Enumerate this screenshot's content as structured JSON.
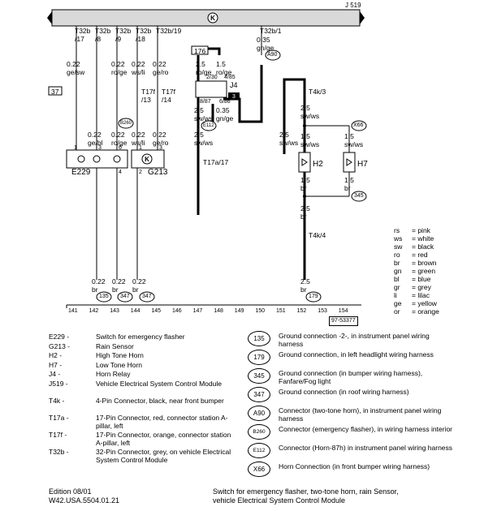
{
  "header": {
    "title": "J 519",
    "connector_bar_labels": [
      {
        "id": "t17",
        "text": "T32b\n/17"
      },
      {
        "id": "t8",
        "text": "T32b\n/8"
      },
      {
        "id": "t9",
        "text": "T32b\n/9"
      },
      {
        "id": "t18",
        "text": "T32b\n/18"
      },
      {
        "id": "t19",
        "text": "T32b/19"
      },
      {
        "id": "t1",
        "text": "T32b/1"
      }
    ]
  },
  "wires": {
    "w1": "0.22\nge/sw",
    "w2": "0.22\nro/ge",
    "w3": "0.22\nws/li",
    "w4": "0.22\nge/ro",
    "w5": "0.35\ngn/ge",
    "w6": "0.22\nge/bl",
    "w7": "0.22\nro/ge",
    "w8": "0.22\nws/li",
    "w9": "0.22\nge/ro",
    "w10": "2.5\nro/ge",
    "w11": "1.5\nro/ge",
    "w12": "2.5\nsw/ws",
    "w13": "0.35\ngn/ge",
    "w14": "2.5\nsw/ws",
    "w15": "2.5\nsw/ws",
    "w16": "2.5\nsw/ws",
    "w17": "1.5\nsw/ws",
    "w18": "1.5\nsw/ws",
    "w19": "1.5\nbr",
    "w20": "1.5\nbr",
    "w21": "2.5\nbr",
    "w22": "2.5\nbr",
    "w23": "0.22\nbr",
    "w24": "0.22\nbr",
    "w25": "0.22\nbr"
  },
  "components": {
    "e229": "E229",
    "g213": "G213",
    "h2": "H2",
    "h7": "H7",
    "j4": "J4",
    "t17f_13": "T17f\n/13",
    "t17f_14": "T17f\n/14",
    "t17a_17": "T17a/17",
    "t4k_3": "T4k/3",
    "t4k_4": "T4k/4",
    "box37": "37",
    "box176": "176",
    "relay_pins": [
      "2/30",
      "4/85",
      "8/87",
      "6/86"
    ],
    "relay_num": "3",
    "e229_pins": [
      "1",
      "3",
      "6",
      "4"
    ],
    "g213_pins": [
      "1",
      "3",
      "2"
    ]
  },
  "connectors_on_diagram": {
    "a90": "A90",
    "b260": "B260",
    "e112": "E112",
    "x66": "X66",
    "c345": "345",
    "c135": "135",
    "c347": "347",
    "c179": "179"
  },
  "ruler": {
    "ticks": [
      "141",
      "142",
      "143",
      "144",
      "145",
      "146",
      "147",
      "148",
      "149",
      "150",
      "151",
      "152",
      "153",
      "154"
    ],
    "ref": "97-53377"
  },
  "color_codes": [
    {
      "code": "rs",
      "name": "pink"
    },
    {
      "code": "ws",
      "name": "white"
    },
    {
      "code": "sw",
      "name": "black"
    },
    {
      "code": "ro",
      "name": "red"
    },
    {
      "code": "br",
      "name": "brown"
    },
    {
      "code": "gn",
      "name": "green"
    },
    {
      "code": "bl",
      "name": "blue"
    },
    {
      "code": "gr",
      "name": "grey"
    },
    {
      "code": "li",
      "name": "lilac"
    },
    {
      "code": "ge",
      "name": "yellow"
    },
    {
      "code": "or",
      "name": "orange"
    }
  ],
  "legend": [
    {
      "code": "E229 -",
      "desc": "Switch for emergency flasher"
    },
    {
      "code": "G213 -",
      "desc": "Rain Sensor"
    },
    {
      "code": "H2 -",
      "desc": "High Tone Horn"
    },
    {
      "code": "H7 -",
      "desc": "Low Tone Horn"
    },
    {
      "code": "J4 -",
      "desc": "Horn Relay"
    },
    {
      "code": "J519 -",
      "desc": "Vehicle Electrical System Control Module"
    },
    {
      "code": "T4k -",
      "desc": "4-Pin Connector, black, near front bumper"
    },
    {
      "code": "T17a -",
      "desc": "17-Pin Connector, red, connector station A-pillar, left"
    },
    {
      "code": "T17f -",
      "desc": "17-Pin Connector, orange, connector station A-pillar, left"
    },
    {
      "code": "T32b -",
      "desc": "32-Pin Connector, grey, on vehicle Electrical System Control Module"
    }
  ],
  "ground_legend": [
    {
      "code": "135",
      "desc": "Ground connection -2-, in instrument panel wiring harness"
    },
    {
      "code": "179",
      "desc": "Ground connection, in left headlight wiring harness"
    },
    {
      "code": "345",
      "desc": "Ground connection (in bumper wiring harness), Fanfare/Fog light"
    },
    {
      "code": "347",
      "desc": "Ground connection (in roof wiring harness)"
    },
    {
      "code": "A90",
      "desc": "Connector (two-tone horn), in instrument panel wiring harness"
    },
    {
      "code": "B260",
      "desc": "Connector (emergency flasher), in wiring harness interior"
    },
    {
      "code": "E112",
      "desc": "Connector (Horn-87h) in instrument panel wiring harness"
    },
    {
      "code": "X66",
      "desc": "Horn Connection (in front bumper wiring harness)"
    }
  ],
  "footer": {
    "edition": "Edition   08/01",
    "doc_id": "W42.USA.5504.01.21",
    "caption_line1": "Switch for emergency flasher, two-tone horn, rain Sensor,",
    "caption_line2": "vehicle Electrical System Control Module"
  }
}
